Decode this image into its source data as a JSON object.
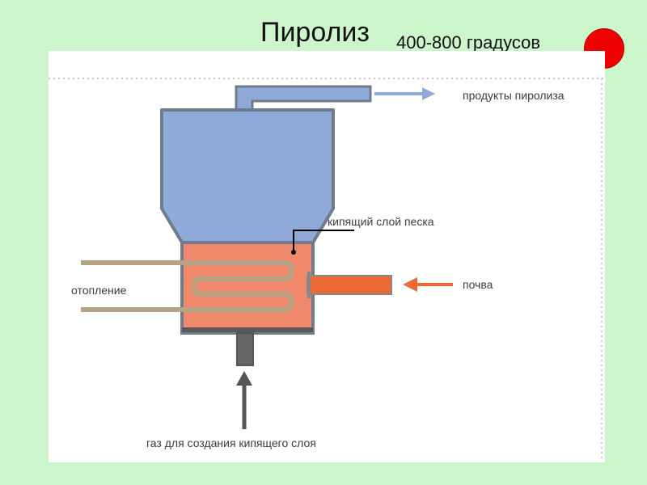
{
  "slide": {
    "title": "Пиролиз",
    "temperature": "400-800 градусов"
  },
  "diagram": {
    "labels": {
      "products": "продукты пиролиза",
      "sand_bed": "кипящий слой песка",
      "soil": "почва",
      "heating": "отопление",
      "gas": "газ для создания кипящего слоя"
    }
  },
  "colors": {
    "background": "#ccf5cc",
    "indicator": "#ee0000",
    "reactor_top": "#8fa9d9",
    "reactor_frame": "#6f7c8c",
    "sand_bed": "#f0896b",
    "soil_pipe": "#ec6a35",
    "heating_coil": "#b5a483",
    "product_arrow": "#8eaad6",
    "gas_arrow": "#555555"
  },
  "icons": {
    "indicator": "red-circle",
    "products_arrow": "arrow-right",
    "soil_arrow": "arrow-left",
    "gas_arrow": "arrow-up"
  }
}
